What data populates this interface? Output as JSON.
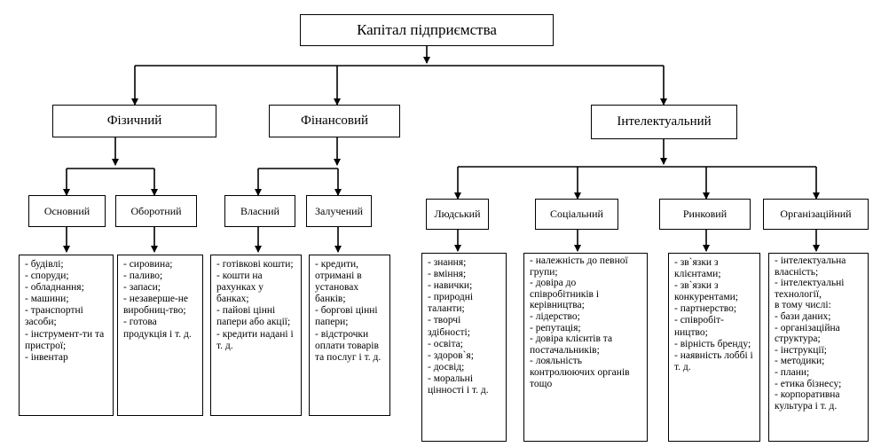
{
  "title": "Капітал підприємства",
  "categories": {
    "physical": "Фізичний",
    "financial": "Фінансовий",
    "intellectual": "Інтелектуальний"
  },
  "subcategories": {
    "fixed": "Основний",
    "working": "Оборотний",
    "own": "Власний",
    "borrowed": "Залучений",
    "human": "Людський",
    "social": "Соціальний",
    "market": "Ринковий",
    "organizational": "Організаційний"
  },
  "lists": {
    "fixed": [
      "- будівлі;",
      "- споруди;",
      "- обладнання;",
      "- машини;",
      "- транспортні засоби;",
      "- інструмент-ти та пристрої;",
      "- інвентар"
    ],
    "working": [
      "- сировина;",
      "- паливо;",
      "- запаси;",
      "- незаверше-не виробниц-тво;",
      "- готова продукція і т. д."
    ],
    "own": [
      "- готівкові кошти;",
      "- кошти на рахунках у банках;",
      "- пайові цінні папери або акції;",
      "- кредити надані і т. д."
    ],
    "borrowed": [
      "- кредити, отримані в установах банків;",
      "- боргові цінні папери;",
      "- відстрочки оплати товарів та послуг і т. д."
    ],
    "human": [
      "- знання;",
      "- вміння;",
      "- навички;",
      "- природні таланти;",
      "- творчі здібності;",
      "- освіта;",
      "- здоров`я;",
      "- досвід;",
      "- моральні цінності і т. д."
    ],
    "social": [
      "- належність до певної групи;",
      "- довіра до співробітників і керівництва;",
      "- лідерство;",
      "- репутація;",
      "- довіра клієнтів та постачальників;",
      "- лояльність контролюючих органів тощо"
    ],
    "market": [
      "- зв`язки з клієнтами;",
      "- зв`язки з конкурентами;",
      "- партнерство;",
      "- співробіт-ництво;",
      "- вірність бренду;",
      "- наявність лоббі і т. д."
    ],
    "organizational": [
      "- інтелектуальна власність;",
      "- інтелектуальні технології,",
      "в тому числі:",
      "- бази даних;",
      "- організаційна структура;",
      "- інструкції;",
      "- методики;",
      "- плани;",
      "- етика бізнесу;",
      "- корпоративна культура і т. д."
    ]
  }
}
